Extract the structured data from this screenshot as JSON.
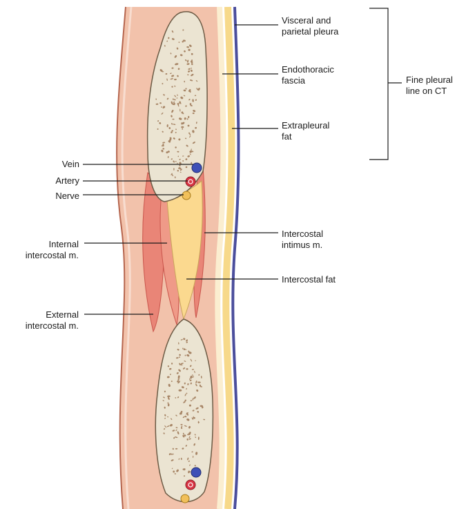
{
  "labels": {
    "visceral_parietal_pleura": [
      "Visceral and",
      "parietal pleura"
    ],
    "endothoracic_fascia": [
      "Endothoracic",
      "fascia"
    ],
    "extrapleural_fat": [
      "Extrapleural",
      "fat"
    ],
    "fine_pleural_line": [
      "Fine pleural",
      "line on CT"
    ],
    "vein": "Vein",
    "artery": "Artery",
    "nerve": "Nerve",
    "internal_intercostal": [
      "Internal",
      "intercostal m."
    ],
    "intercostal_intimus": [
      "Intercostal",
      "intimus m."
    ],
    "intercostal_fat": "Intercostal fat",
    "external_intercostal": [
      "External",
      "intercostal m."
    ]
  },
  "colors": {
    "chest_wall": "#f2c2ab",
    "chest_wall_edge": "#b5654e",
    "muscle": "#e98577",
    "muscle_dark": "#d9605a",
    "bone": "#ebe4d2",
    "bone_edge": "#6b5a44",
    "bone_speckle": "#a78566",
    "fat": "#fbd98f",
    "fascia": "#f5eba9",
    "pleura": "#4b4e9c",
    "vein": "#3d50b7",
    "artery": "#d93545",
    "nerve": "#f1c05a",
    "leader_line": "#1a1a1a"
  }
}
